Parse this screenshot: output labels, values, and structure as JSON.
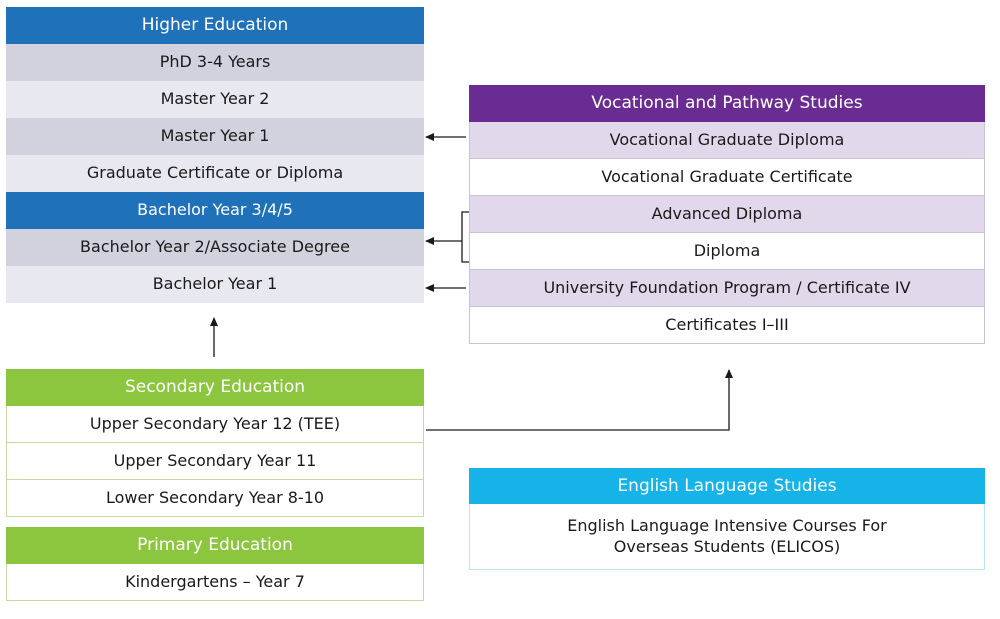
{
  "higher_education": {
    "title": "Higher Education",
    "items": [
      "PhD 3-4 Years",
      "Master Year 2",
      "Master Year 1",
      "Graduate Certificate or Diploma",
      "Bachelor Year 3/4/5",
      "Bachelor Year 2/Associate Degree",
      "Bachelor Year 1"
    ]
  },
  "vocational": {
    "title": "Vocational and Pathway Studies",
    "items": [
      "Vocational Graduate Diploma",
      "Vocational Graduate Certificate",
      "Advanced Diploma",
      "Diploma",
      "University Foundation Program / Certificate IV",
      "Certificates I–III"
    ]
  },
  "secondary": {
    "title": "Secondary Education",
    "items": [
      "Upper Secondary Year 12 (TEE)",
      "Upper Secondary Year 11",
      "Lower Secondary Year 8-10"
    ]
  },
  "primary": {
    "title": "Primary Education",
    "items": [
      "Kindergartens – Year 7"
    ]
  },
  "english": {
    "title": "English Language Studies",
    "line1": "English Language Intensive Courses For",
    "line2": "Overseas Students (ELICOS)"
  },
  "colors": {
    "higher": "#1f72ba",
    "vocational": "#6a2c92",
    "secondary_primary": "#8cc63f",
    "english": "#16b3e8"
  }
}
